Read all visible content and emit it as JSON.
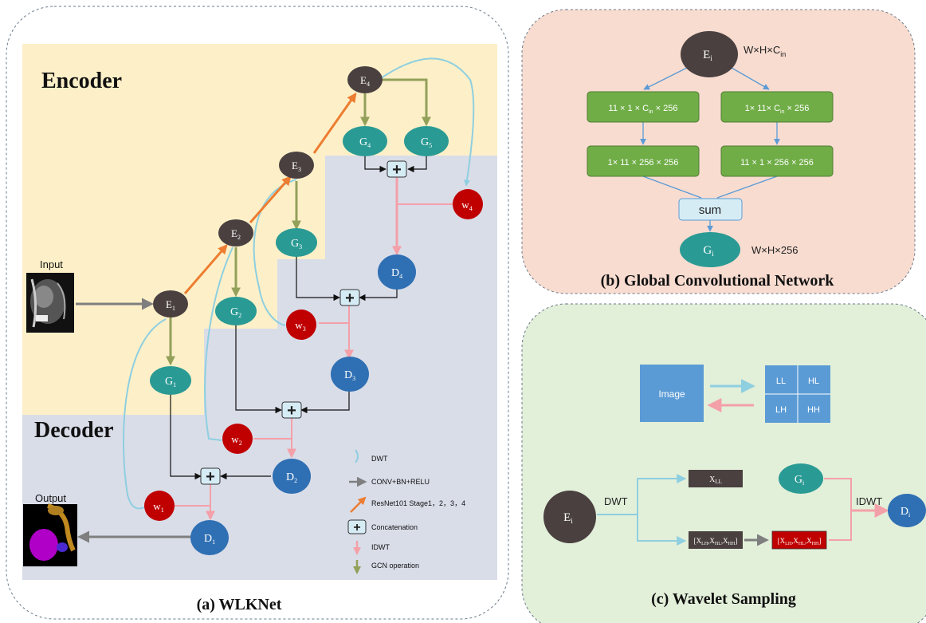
{
  "panel_a": {
    "encoder_label": "Encoder",
    "decoder_label": "Decoder",
    "input_label": "Input",
    "output_label": "Output",
    "caption": "(a) WLKNet",
    "nodes": {
      "E1": "E",
      "E1_sub": "1",
      "E2": "E",
      "E2_sub": "2",
      "E3": "E",
      "E3_sub": "3",
      "E4": "E",
      "E4_sub": "4",
      "G1": "G",
      "G1_sub": "1",
      "G2": "G",
      "G2_sub": "2",
      "G3": "G",
      "G3_sub": "3",
      "G4": "G",
      "G4_sub": "4",
      "G5": "G",
      "G5_sub": "5",
      "D1": "D",
      "D1_sub": "1",
      "D2": "D",
      "D2_sub": "2",
      "D3": "D",
      "D3_sub": "3",
      "D4": "D",
      "D4_sub": "4",
      "w1": "w",
      "w1_sub": "1",
      "w2": "w",
      "w2_sub": "2",
      "w3": "w",
      "w3_sub": "3",
      "w4": "w",
      "w4_sub": "4"
    },
    "plus_symbol": "+",
    "legend": {
      "dwt": "DWT",
      "conv": "CONV+BN+RELU",
      "resnet": "ResNet101 Stage1，2，3，4",
      "concat": "Concatenation",
      "idwt": "IDWT",
      "gcn": "GCN operation"
    }
  },
  "panel_b": {
    "caption": "(b) Global Convolutional Network",
    "input_node": "E",
    "input_sub": "i",
    "input_dim": "W×H×C",
    "input_dim_sub": "in",
    "box1_left_a": "11 × 1 × C",
    "box1_left_sub": "in",
    "box1_left_b": " × 256",
    "box1_right_a": "1× 11× C",
    "box1_right_sub": "in",
    "box1_right_b": " × 256",
    "box2_left": "1× 11 × 256 × 256",
    "box2_right": "11 × 1 × 256 × 256",
    "sum_label": "sum",
    "output_node": "G",
    "output_sub": "i",
    "output_dim": "W×H×256"
  },
  "panel_c": {
    "caption": "(c) Wavelet Sampling",
    "image_label": "Image",
    "ll": "LL",
    "hl": "HL",
    "lh": "LH",
    "hh": "HH",
    "e_node": "E",
    "e_sub": "i",
    "dwt_label": "DWT",
    "xll": "X",
    "xll_sub": "LL",
    "xhigh_a": "[X",
    "xhigh_s1": "LH",
    "xhigh_b": ",X",
    "xhigh_s2": "HL",
    "xhigh_c": ",X",
    "xhigh_s3": "HH",
    "xhigh_d": "]",
    "g_node": "G",
    "g_sub": "i",
    "idwt_label": "IDWT",
    "d_node": "D",
    "d_sub": "i"
  },
  "colors": {
    "encoder_bg": "#fdf0c8",
    "decoder_bg": "#d9dde8",
    "e_node": "#4a4040",
    "g_node": "#2a9a94",
    "d_node": "#2f6fb3",
    "w_node": "#c00000",
    "dwt_line": "#8ecfe0",
    "conv_arrow": "#808080",
    "resnet_arrow": "#ed7d31",
    "idwt_arrow": "#f4a0a8",
    "gcn_arrow": "#93a05a",
    "panel_b_bg": "#f8dcd0",
    "panel_c_bg": "#e2efd9",
    "green_box": "#70ad47",
    "sum_box": "#d6ecf5",
    "image_box": "#5b9bd5"
  }
}
